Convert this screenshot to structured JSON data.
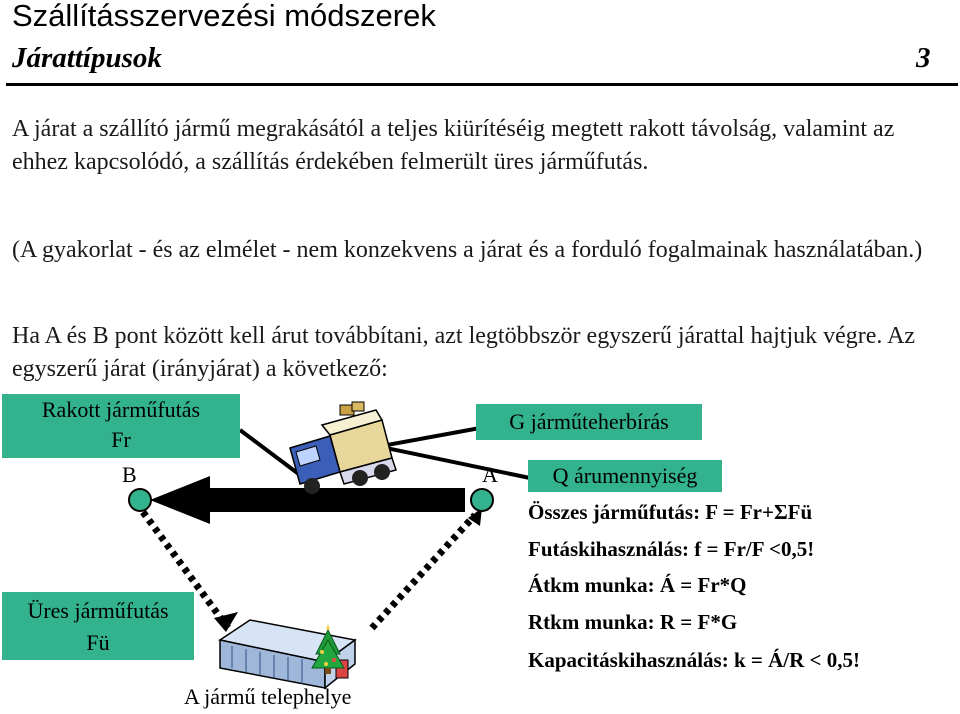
{
  "title": "Szállításszervezési módszerek",
  "subtitle": "Járattípusok",
  "page_number": "3",
  "paragraphs": [
    "A járat a szállító jármű megrakásától a teljes kiürítéséig megtett rakott távolság, valamint az ehhez kapcsolódó, a szállítás érdekében felmerült üres járműfutás.",
    "(A gyakorlat - és az elmélet - nem konzekvens a járat és a forduló fogalmainak használatában.)",
    "Ha A és B pont között kell árut továbbítani, azt legtöbbször egyszerű járattal hajtjuk végre. Az egyszerű járat (irányjárat) a következő:"
  ],
  "diagram": {
    "rakott_line1": "Rakott járműfutás",
    "rakott_line2": "Fr",
    "ures_line1": "Üres járműfutás",
    "ures_line2": "Fü",
    "point_b": "B",
    "point_a": "A",
    "g_label": "G járműteherbírás",
    "q_label": "Q árumennyiség",
    "depot_label": "A jármű telephelye"
  },
  "formulas": [
    "Összes járműfutás: F = Fr+ΣFü",
    "Futáskihasználás: f = Fr/F <0,5!",
    "Átkm munka: Á = Fr*Q",
    "Rtkm munka: R = F*G",
    "Kapacitáskihasználás: k = Á/R < 0,5!"
  ],
  "colors": {
    "label_box": "#33b38d",
    "circle_fill": "#33b38d",
    "arrow": "#000000"
  },
  "icons": [
    "truck-icon",
    "depot-building-icon",
    "christmas-tree-icon"
  ]
}
